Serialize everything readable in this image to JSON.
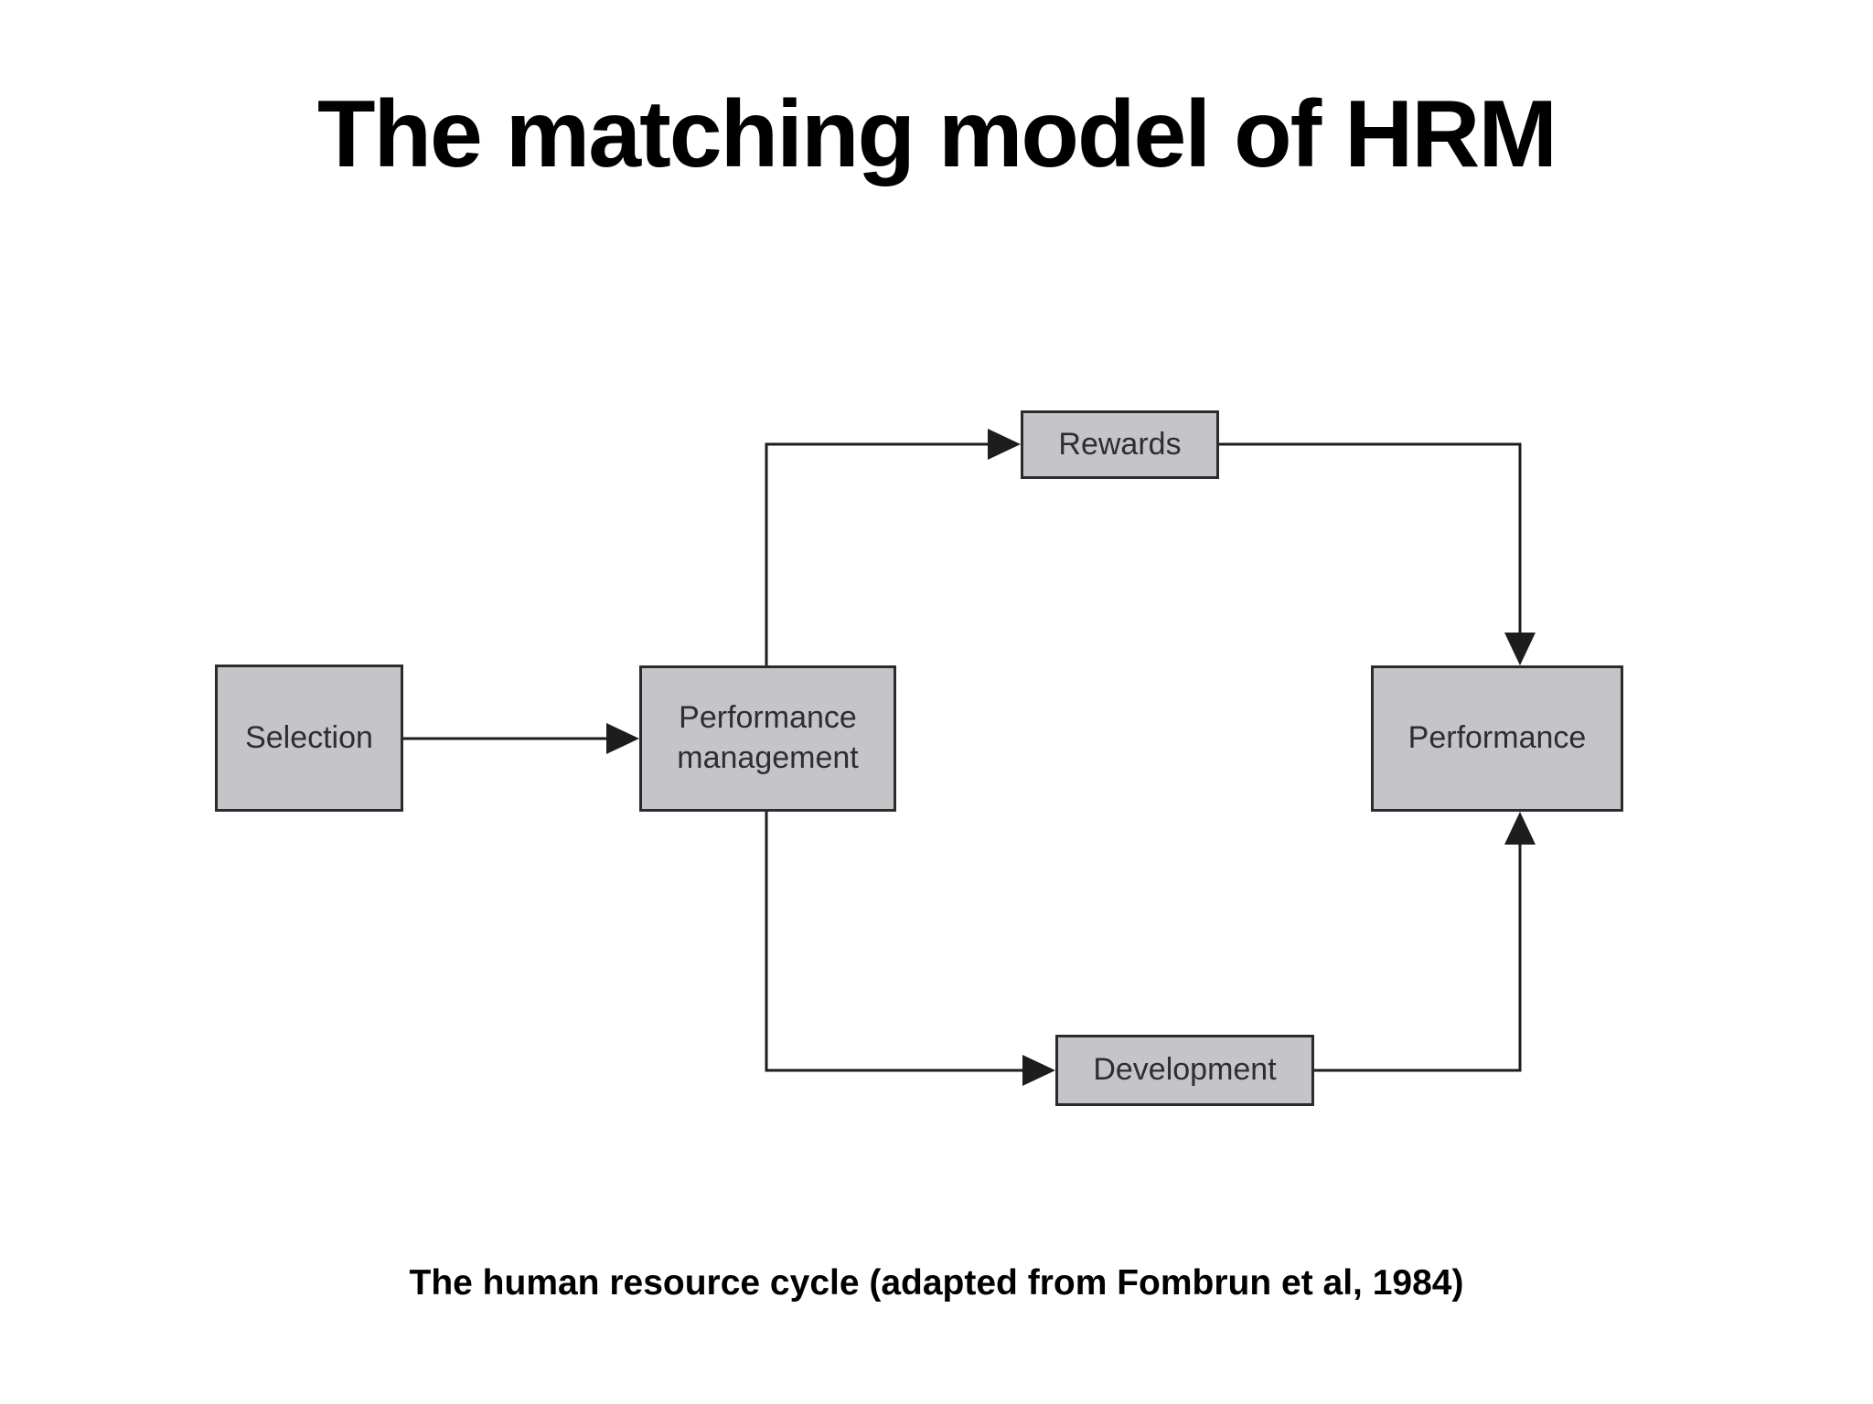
{
  "title": "The matching model of HRM",
  "caption": "The human resource cycle (adapted from Fombrun et al, 1984)",
  "colors": {
    "background": "#ffffff",
    "box_fill": "#c5c5c9",
    "box_border": "#2b2b2b",
    "line": "#1d1d1d",
    "node_text": "#2e2e2e",
    "heading_text": "#000000"
  },
  "diagram": {
    "nodes": {
      "selection": {
        "label": "Selection"
      },
      "performance_management": {
        "label": "Performance management"
      },
      "rewards": {
        "label": "Rewards"
      },
      "development": {
        "label": "Development"
      },
      "performance": {
        "label": "Performance"
      }
    },
    "edges": [
      {
        "from": "Selection",
        "to": "Performance management"
      },
      {
        "from": "Performance management",
        "to": "Rewards"
      },
      {
        "from": "Rewards",
        "to": "Performance"
      },
      {
        "from": "Performance management",
        "to": "Development"
      },
      {
        "from": "Development",
        "to": "Performance"
      }
    ]
  }
}
